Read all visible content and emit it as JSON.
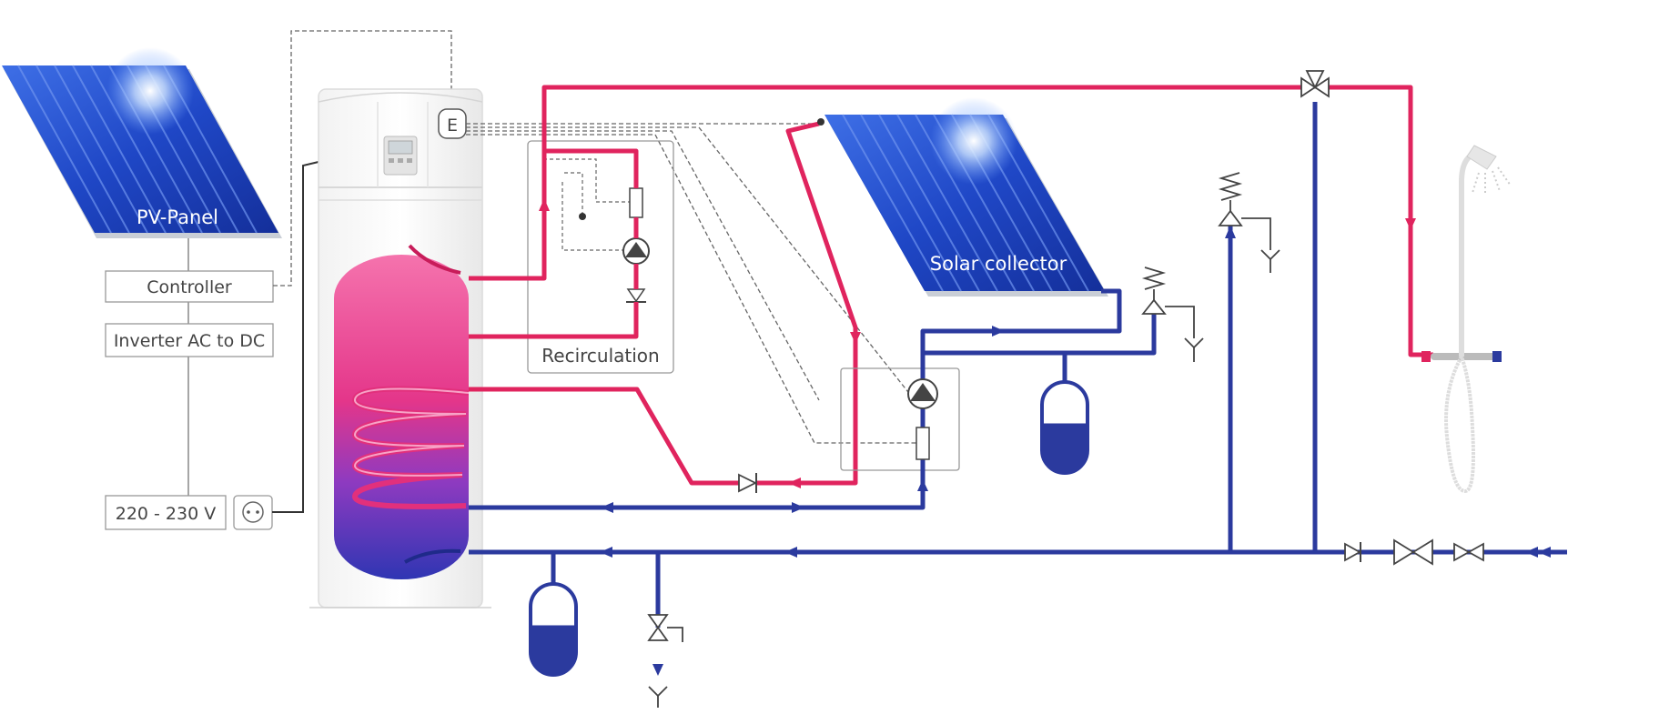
{
  "labels": {
    "pv_panel": "PV-Panel",
    "controller": "Controller",
    "inverter": "Inverter AC to DC",
    "mains_voltage": "220 - 230 V",
    "electric_element": "E",
    "recirculation": "Recirculation",
    "solar_collector": "Solar collector"
  },
  "colors": {
    "hot_line": "#e0245e",
    "cold_line": "#2b3a9e",
    "control_line": "#555555",
    "tank_top": "#f06aa6",
    "tank_bottom": "#3038b0",
    "panel_blue": "#1d46c8",
    "device_frame": "#888888"
  }
}
